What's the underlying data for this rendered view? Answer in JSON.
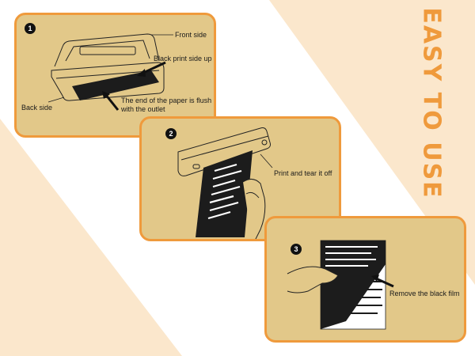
{
  "title": "EASY TO USE",
  "colors": {
    "accent": "#ef9a3c",
    "panel_fill": "#e2c889",
    "band": "#fbe7cc",
    "ink": "#1a1a1a"
  },
  "steps": [
    {
      "number": "1",
      "labels": {
        "front": "Front side",
        "print_side": "Black print side up",
        "back": "Back side",
        "paper_end": "The end of the paper is flush with the outlet"
      }
    },
    {
      "number": "2",
      "labels": {
        "tear": "Print and tear it off"
      }
    },
    {
      "number": "3",
      "labels": {
        "film": "Remove the black film"
      }
    }
  ]
}
